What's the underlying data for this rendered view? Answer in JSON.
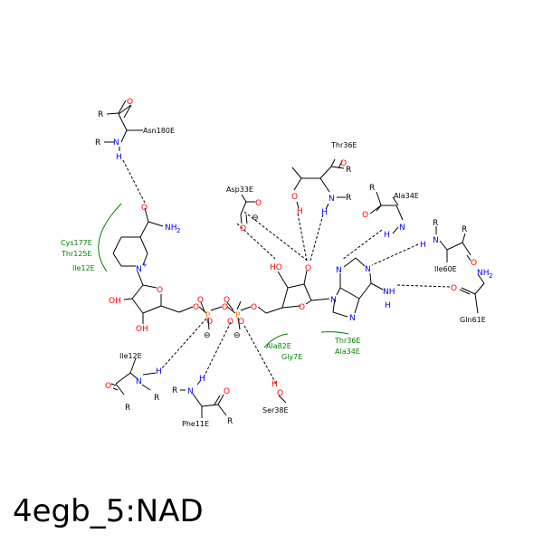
{
  "caption": "4egb_5:NAD",
  "colors": {
    "bond": "#000000",
    "oxygen": "#ff0000",
    "nitrogen": "#0000ff",
    "hydrophobic": "#008000",
    "phosphorus": "#ff8000"
  },
  "residues": {
    "asn180": "Asn180E",
    "thr36_top": "Thr36E",
    "asp33": "Asp33E",
    "ala34_top": "Ala34E",
    "ile60": "Ile60E",
    "gln61": "Gln61E",
    "ile12_bottom": "Ile12E",
    "phe11": "Phe11E",
    "ser38": "Ser38E",
    "cys177": "Cys177E",
    "thr125": "Thr125E",
    "ile12_green": "Ile12E",
    "ala82": "Ala82E",
    "gly7": "Gly7E",
    "thr36_green": "Thr36E",
    "ala34_green": "Ala34E"
  },
  "atoms": {
    "R": "R",
    "O": "O",
    "N": "N",
    "H": "H",
    "P": "P",
    "OH": "OH",
    "HO": "HO",
    "NH2": "NH",
    "sub2": "2",
    "plus": "+",
    "minus": "⊖"
  }
}
